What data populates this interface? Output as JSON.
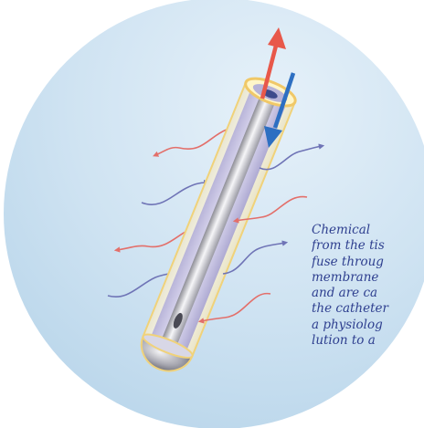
{
  "caption": {
    "lines": [
      "Chemical",
      "from the tis",
      "fuse throug",
      "membrane",
      "and are ca",
      "the catheter",
      "a physiolog",
      "lution to a"
    ]
  },
  "colors": {
    "background_circle": "#cfe3f2",
    "outer_membrane": "#fff3b8",
    "inner_tube": "#c6c1e6",
    "outflow_arrow": "#e8584a",
    "inflow_arrow": "#2d6fc2",
    "diffusion_in": "#6f74b6",
    "diffusion_out": "#e36f6a",
    "caption_text": "#2e3f8f"
  },
  "arrows": [
    {
      "kind": "outflow",
      "color": "red"
    },
    {
      "kind": "inflow",
      "color": "blue"
    },
    {
      "kind": "diffusion-out",
      "color": "red"
    },
    {
      "kind": "diffusion-in",
      "color": "blue"
    }
  ]
}
